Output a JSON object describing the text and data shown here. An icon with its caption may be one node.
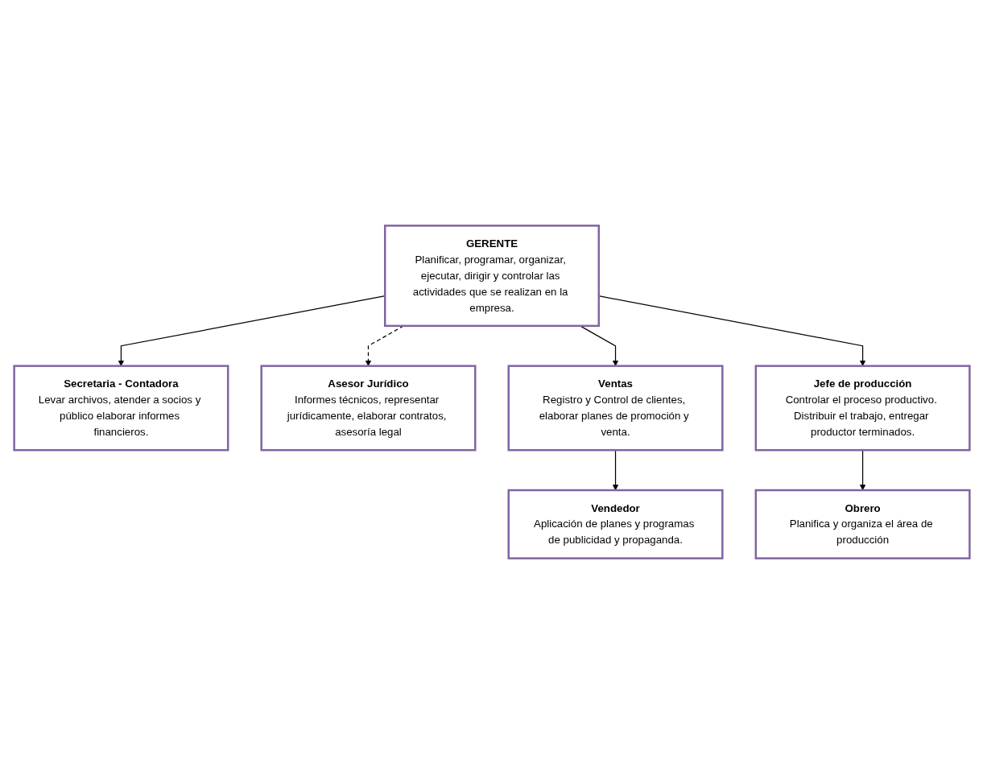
{
  "diagram": {
    "nodes": [
      {
        "text": [
          "GERENTE",
          "Planificar, programar, organizar, ejecutar, dirigir y controlar las actividades que se realizan en la empresa."
        ]
      },
      {
        "text": [
          "Secretaria - Contadora",
          "Levar archivos, atender a socios y público elaborar informes financieros."
        ]
      },
      {
        "text": [
          "Asesor Jurídico",
          "Informes técnicos, representar jurídicamente, elaborar contratos, asesoría legal"
        ]
      },
      {
        "text": [
          "Ventas",
          "Registro y Control de clientes, elaborar planes de promoción y venta."
        ]
      },
      {
        "text": [
          "Jefe de producción",
          "Controlar el proceso productivo. Distribuir el trabajo, entregar productor terminados."
        ]
      },
      {
        "text": [
          "Vendedor",
          "Aplicación de planes y programas de publicidad y propaganda."
        ]
      },
      {
        "text": [
          "Obrero",
          "Planifica y organiza el área de producción"
        ]
      }
    ],
    "edges": [
      {
        "from": 0,
        "to": 1,
        "arrow": "to"
      },
      {
        "from": 0,
        "to": 2,
        "arrow": "to",
        "style": "dashed"
      },
      {
        "from": 0,
        "to": 3,
        "arrow": "to"
      },
      {
        "from": 0,
        "to": 4,
        "arrow": "to"
      },
      {
        "from": 3,
        "to": 5,
        "arrow": "to"
      },
      {
        "from": 4,
        "to": 6,
        "arrow": "to"
      }
    ]
  }
}
